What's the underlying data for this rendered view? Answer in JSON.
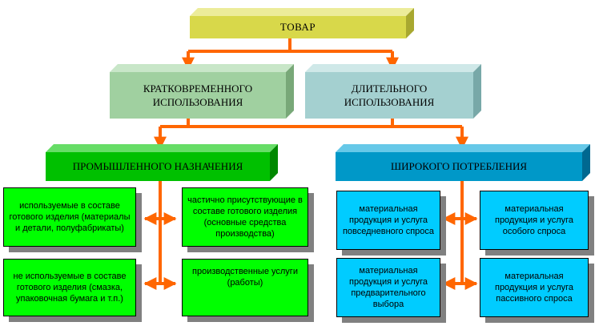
{
  "diagram": {
    "root": {
      "label": "ТОВАР"
    },
    "level1": {
      "short_term": "КРАТКОВРЕМЕННОГО ИСПОЛЬЗОВАНИЯ",
      "long_term": "ДЛИТЕЛЬНОГО ИСПОЛЬЗОВАНИЯ"
    },
    "level2": {
      "industrial": "ПРОМЫШЛЕННОГО НАЗНАЧЕНИЯ",
      "consumer": "ШИРОКОГО ПОТРЕБЛЕНИЯ"
    },
    "industrial_items": [
      "используемые в составе готового изделия (материалы и детали, полуфабрикаты)",
      "частично присутствующие в составе готового изделия (основные средства производства)",
      "не используемые в составе готового изделия (смазка, упаковочная бумага и т.п.)",
      "производственные услуги (работы)"
    ],
    "consumer_items": [
      "материальная продукция и услуга повседневного спроса",
      "материальная продукция и услуга особого спроса",
      "материальная продукция и услуга предварительного выбора",
      "материальная продукция и услуга пассивного спроса"
    ],
    "colors": {
      "root_fill": "#d8d84a",
      "short_term_fill": "#a0d0a0",
      "long_term_fill": "#a4d0d0",
      "industrial_fill": "#00c000",
      "consumer_fill": "#0098c8",
      "industrial_leaf_fill": "#00ff00",
      "consumer_leaf_fill": "#00ccff",
      "connector": "#ff6600"
    }
  }
}
